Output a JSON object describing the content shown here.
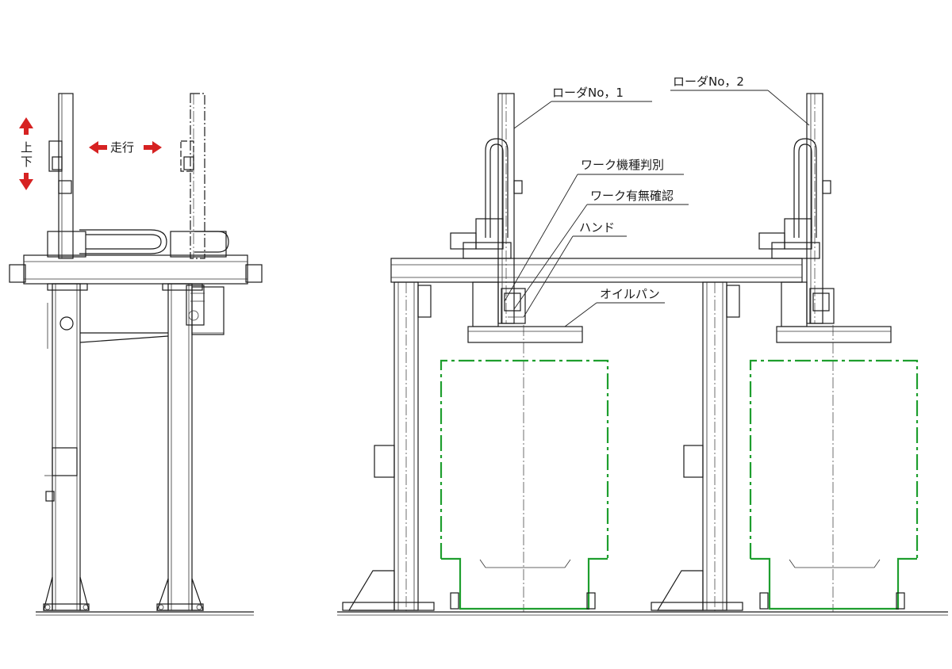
{
  "labels": {
    "updown_top": "上",
    "updown_bottom": "下",
    "travel": "走行",
    "loader1": "ローダNo，1",
    "loader2": "ローダNo，2",
    "work_type": "ワーク機種判別",
    "work_presence": "ワーク有無確認",
    "hand": "ハンド",
    "oil_pan": "オイルパン"
  },
  "colors": {
    "arrow": "#d62222",
    "workpiece_outline": "#1e9e2e",
    "line": "#1a1a1a"
  },
  "icons": [
    "up-arrow-icon",
    "down-arrow-icon",
    "left-arrow-icon",
    "right-arrow-icon"
  ]
}
